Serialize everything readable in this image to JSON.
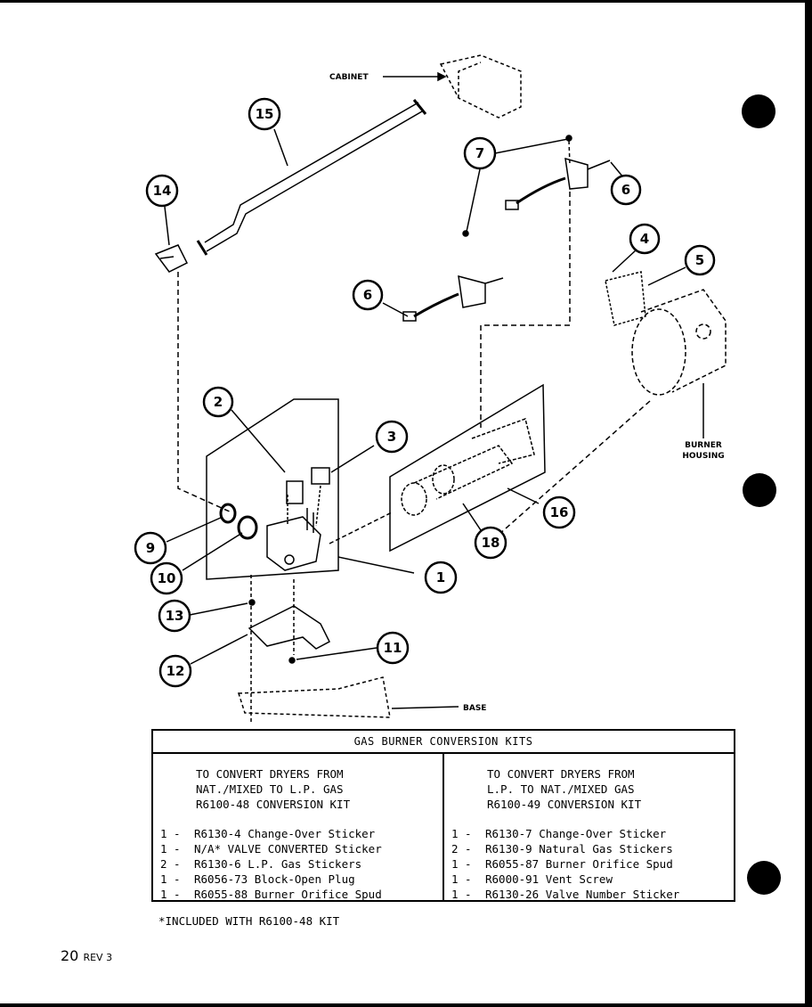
{
  "diagram": {
    "callouts": {
      "c1": "1",
      "c2": "2",
      "c3": "3",
      "c4": "4",
      "c5": "5",
      "c6a": "6",
      "c6b": "6",
      "c7": "7",
      "c9": "9",
      "c10": "10",
      "c11": "11",
      "c12": "12",
      "c13": "13",
      "c14": "14",
      "c15": "15",
      "c16": "16",
      "c18": "18"
    },
    "labels": {
      "cabinet": "CABINET",
      "burner_housing_line1": "BURNER",
      "burner_housing_line2": "HOUSING",
      "base": "BASE"
    }
  },
  "kits_table": {
    "title": "GAS BURNER CONVERSION KITS",
    "left": {
      "heading": [
        "TO CONVERT DRYERS FROM",
        "NAT./MIXED TO L.P. GAS",
        "R6100-48 CONVERSION KIT"
      ],
      "items": [
        {
          "qty": "1 -",
          "desc": "R6130-4 Change-Over Sticker"
        },
        {
          "qty": "1 -",
          "desc": "N/A* VALVE CONVERTED Sticker"
        },
        {
          "qty": "2 -",
          "desc": "R6130-6 L.P. Gas Stickers"
        },
        {
          "qty": "1 -",
          "desc": "R6056-73 Block-Open Plug"
        },
        {
          "qty": "1 -",
          "desc": "R6055-88 Burner Orifice Spud"
        }
      ]
    },
    "right": {
      "heading": [
        "TO CONVERT DRYERS FROM",
        "L.P. TO NAT./MIXED GAS",
        "R6100-49 CONVERSION KIT"
      ],
      "items": [
        {
          "qty": "1 -",
          "desc": "R6130-7 Change-Over Sticker"
        },
        {
          "qty": "2 -",
          "desc": "R6130-9 Natural Gas Stickers"
        },
        {
          "qty": "1 -",
          "desc": "R6055-87 Burner Orifice Spud"
        },
        {
          "qty": "1 -",
          "desc": "R6000-91 Vent Screw"
        },
        {
          "qty": "1 -",
          "desc": "R6130-26 Valve Number Sticker"
        }
      ]
    }
  },
  "footnote": "*INCLUDED WITH R6100-48 KIT",
  "page": {
    "number": "20",
    "rev": "REV 3"
  }
}
